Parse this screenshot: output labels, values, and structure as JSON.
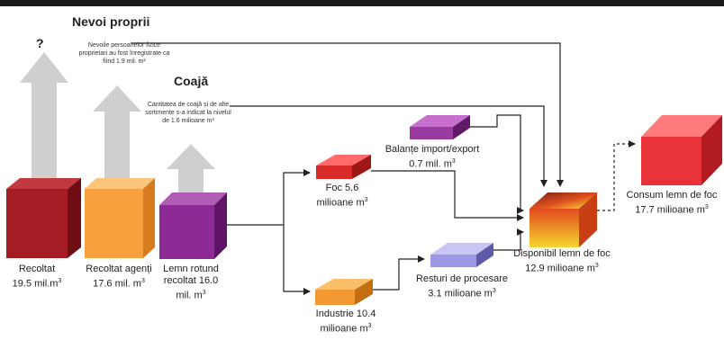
{
  "headings": {
    "nevoi": "Nevoi proprii",
    "coaja": "Coajă",
    "question": "?"
  },
  "notes": {
    "nevoi": [
      "Nevoile persoanelor fizice",
      "proprietari au fost înregistrate ca",
      "fiind 1.9 mil. m²"
    ],
    "coaja": [
      "Cantitatea de coajă și de alte",
      "sortimente s-a indicat la nivelul",
      "de 1.6 milioane m³"
    ]
  },
  "nodes": {
    "recoltat": {
      "line1": "Recoltat",
      "line2": "19.5 mil.m",
      "sup": "3",
      "color": "#a51c24"
    },
    "agenti": {
      "line1": "Recoltat agenți",
      "line2": "17.6 mil. m",
      "sup": "3",
      "color": "#f6a13d"
    },
    "lemn_rotund": {
      "line1": "Lemn rotund",
      "line2": "recoltat 16.0",
      "line3": "mil. m",
      "sup": "3",
      "color": "#8e2a96"
    },
    "foc": {
      "line1": "Foc 5.6",
      "line2": "milioane m",
      "sup": "3",
      "color": "#e83535"
    },
    "industrie": {
      "line1": "Industrie 10.4",
      "line2": "milioane m",
      "sup": "3",
      "color": "#f29a31"
    },
    "balanta": {
      "line1": "Balanțe import/export",
      "line2": "0.7 mil. m",
      "sup": "3",
      "color": "#9a3a9e"
    },
    "resturi": {
      "line1": "Resturi de procesare",
      "line2": "3.1 milioane m",
      "sup": "3",
      "color": "#8c88d8"
    },
    "disponibil": {
      "line1": "Disponibil lemn de foc",
      "line2": "12.9 milioane m",
      "sup": "3",
      "color": "#ee7a1e"
    },
    "consum": {
      "line1": "Consum lemn de foc",
      "line2": "17.7 milioane m",
      "sup": "3",
      "color": "#e8333b"
    }
  }
}
